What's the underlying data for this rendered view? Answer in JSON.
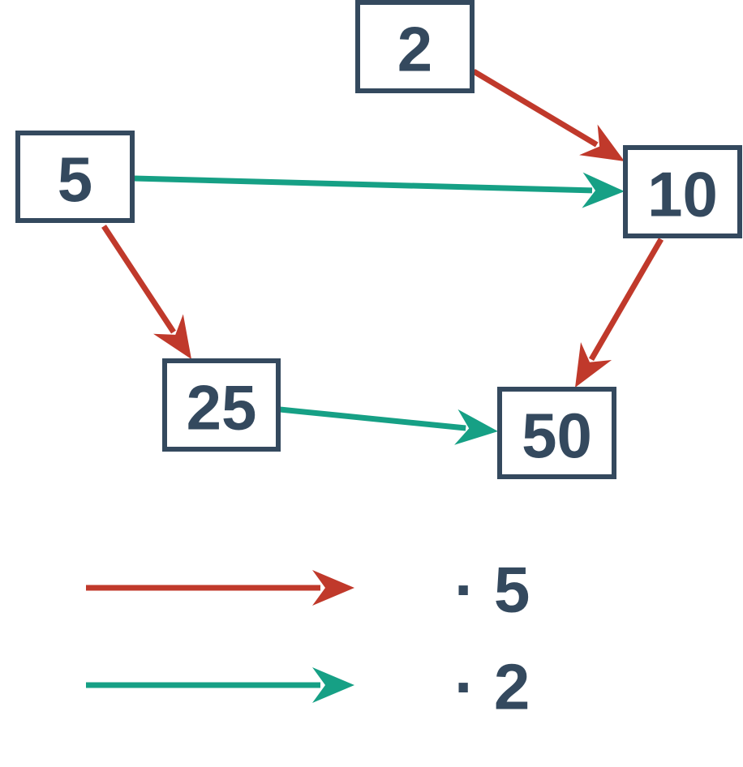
{
  "colors": {
    "node": "#34495e",
    "times5": "#c0392b",
    "times2": "#16a085"
  },
  "nodes": [
    {
      "id": "n2",
      "label": "2"
    },
    {
      "id": "n5",
      "label": "5"
    },
    {
      "id": "n10",
      "label": "10"
    },
    {
      "id": "n25",
      "label": "25"
    },
    {
      "id": "n50",
      "label": "50"
    }
  ],
  "edges": [
    {
      "from": "n2",
      "to": "n10",
      "kind": "times5"
    },
    {
      "from": "n5",
      "to": "n10",
      "kind": "times2"
    },
    {
      "from": "n5",
      "to": "n25",
      "kind": "times5"
    },
    {
      "from": "n10",
      "to": "n50",
      "kind": "times5"
    },
    {
      "from": "n25",
      "to": "n50",
      "kind": "times2"
    }
  ],
  "legend": [
    {
      "kind": "times5",
      "label": "· 5"
    },
    {
      "kind": "times2",
      "label": "· 2"
    }
  ]
}
